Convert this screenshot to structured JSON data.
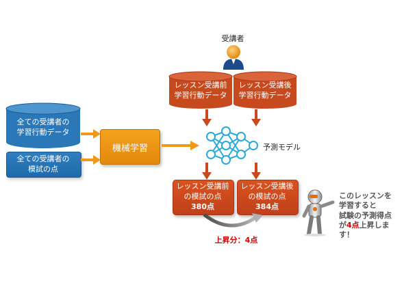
{
  "learner": {
    "label": "受講者"
  },
  "current_learner_data": {
    "before": "レッスン受講前\n学習行動データ",
    "after": "レッスン受講後\n学習行動データ"
  },
  "all_learners": {
    "behavior": "全ての受講者の\n学習行動データ",
    "scores": "全ての受講者の\n模試の点"
  },
  "machine_learning": {
    "label": "機械学習"
  },
  "model": {
    "label": "予測モデル"
  },
  "predictions": {
    "before": {
      "label": "レッスン受講前\nの模試の点",
      "score": "380点"
    },
    "after": {
      "label": "レッスン受講後\nの模試の点",
      "score": "384点"
    }
  },
  "gain": {
    "label": "上昇分：4点"
  },
  "robot_message": {
    "line1": "このレッスンを",
    "line2": "学習すると",
    "line3": "試験の予測得点",
    "line4_pre": "が",
    "line4_highlight": "4点",
    "line4_post": "上昇しま",
    "line5": "す！"
  },
  "colors": {
    "rust": "#c64a1e",
    "blue": "#2a78b8",
    "orange": "#f0981a",
    "network": "#2aa8d8",
    "highlight": "#d40000"
  }
}
